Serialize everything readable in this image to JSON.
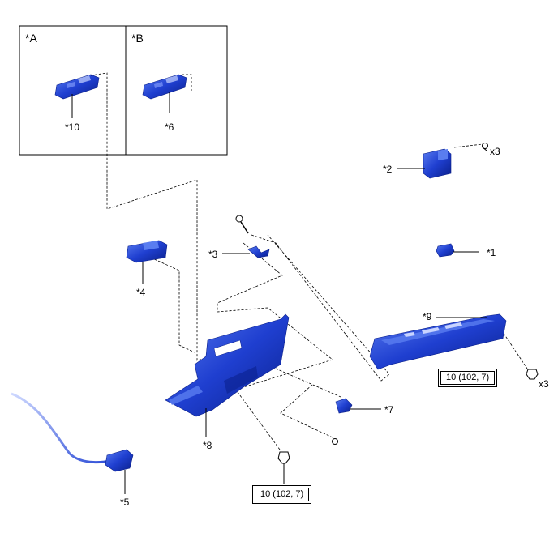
{
  "inset_boxes": [
    {
      "tag": "*A",
      "part_label": "*10"
    },
    {
      "tag": "*B",
      "part_label": "*6"
    }
  ],
  "part_labels": {
    "p1": "*1",
    "p2": "*2",
    "p3": "*3",
    "p4": "*4",
    "p5": "*5",
    "p7": "*7",
    "p8": "*8",
    "p9": "*9"
  },
  "quantities": {
    "q_bolt_top": "x3",
    "q_bolt_right": "x3"
  },
  "torque_specs": {
    "right": "10 (102, 7)",
    "bottom": "10 (102, 7)"
  },
  "colors": {
    "part_fill": "#1f3fd0",
    "part_dark": "#0a1f8a",
    "part_light": "#6b8cf5",
    "line": "#000000"
  }
}
